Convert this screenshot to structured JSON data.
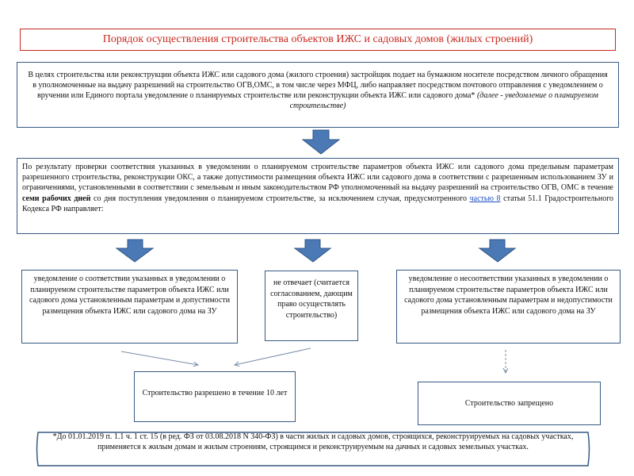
{
  "title": "Порядок осуществления строительства объектов ИЖС и садовых домов (жилых строений)",
  "intro": {
    "text": "В целях строительства или реконструкции объекта ИЖС или садового дома (жилого строения) застройщик подает на бумажном носителе посредством личного обращения в уполномоченные на выдачу разрешений на строительство ОГВ,ОМС, в том числе через МФЦ, либо направляет посредством почтового отправления с уведомлением о вручении или Единого портала уведомление о планируемых строительстве или реконструкции объекта ИЖС или садового дома*",
    "note": "(далее - уведомление о планируемом строительстве)"
  },
  "result": {
    "part1": "По результату проверки соответствия указанных в уведомлении о планируемом строительстве параметров объекта ИЖС или садового дома предельным параметрам разрешенного строительства, реконструкции ОКС, а также допустимости размещения объекта ИЖС или садового дома в соответствии с разрешенным использованием ЗУ и ограничениями, установленными в соответствии с земельным и иным законодательством РФ уполномоченный на выдачу разрешений на строительство ОГВ, ОМС в течение",
    "bold": "семи рабочих дней",
    "part2": "со дня поступления уведомления о планируемом строительстве, за исключением случая, предусмотренного",
    "link": "частью 8",
    "part3": "статьи 51.1 Градостроительного Кодекса РФ направляет:"
  },
  "options": [
    "уведомление о соответствии указанных в уведомлении о планируемом строительстве параметров объекта ИЖС или садового дома установленным параметрам и допустимости размещения объекта ИЖС или садового дома на ЗУ",
    "не отвечает (считается согласованием, дающим право осуществлять строительство)",
    "уведомление о несоответствии указанных в уведомлении о планируемом строительстве параметров объекта ИЖС или садового дома установленным параметрам и недопустимости размещения объекта ИЖС или садового дома на ЗУ"
  ],
  "outcomes": {
    "allowed": "Строительство разрешено в течение 10 лет",
    "forbidden": "Строительство запрещено"
  },
  "footnote": "*До 01.01.2019 п. 1.1 ч. 1 ст. 15 (в ред. ФЗ от 03.08.2018 N 340-ФЗ) в части жилых и садовых домов, строящихся, реконструируемых на садовых участках, применяется к жилым домам и жилым строениям, строящимся и реконструируемым на дачных и садовых земельных участках.",
  "colors": {
    "border": "#365a84",
    "title_red": "#c8281e",
    "arrow_fill": "#4b79b5",
    "arrow_stroke": "#2f5587",
    "connector": "#7a8ea8"
  }
}
